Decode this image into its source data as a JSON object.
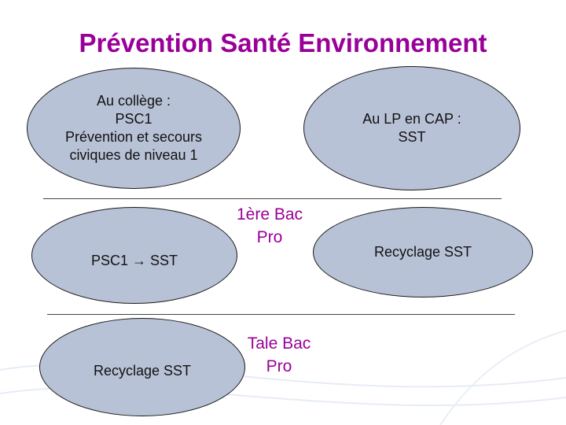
{
  "title": "Prévention Santé Environnement",
  "ellipses": {
    "college": "Au collège :\nPSC1\nPrévention et secours\nciviques de niveau 1",
    "lp_cap": "Au LP en CAP :\nSST",
    "psc1_sst": "PSC1 → SST",
    "recyclage_right": "Recyclage SST",
    "recyclage_bottom": "Recyclage SST"
  },
  "labels": {
    "premiere": "1ère Bac\nPro",
    "terminale": "Tale Bac\nPro"
  },
  "colors": {
    "title": "#990099",
    "ellipse_fill": "#b8c2d6",
    "ellipse_border": "#1a1a1a"
  }
}
